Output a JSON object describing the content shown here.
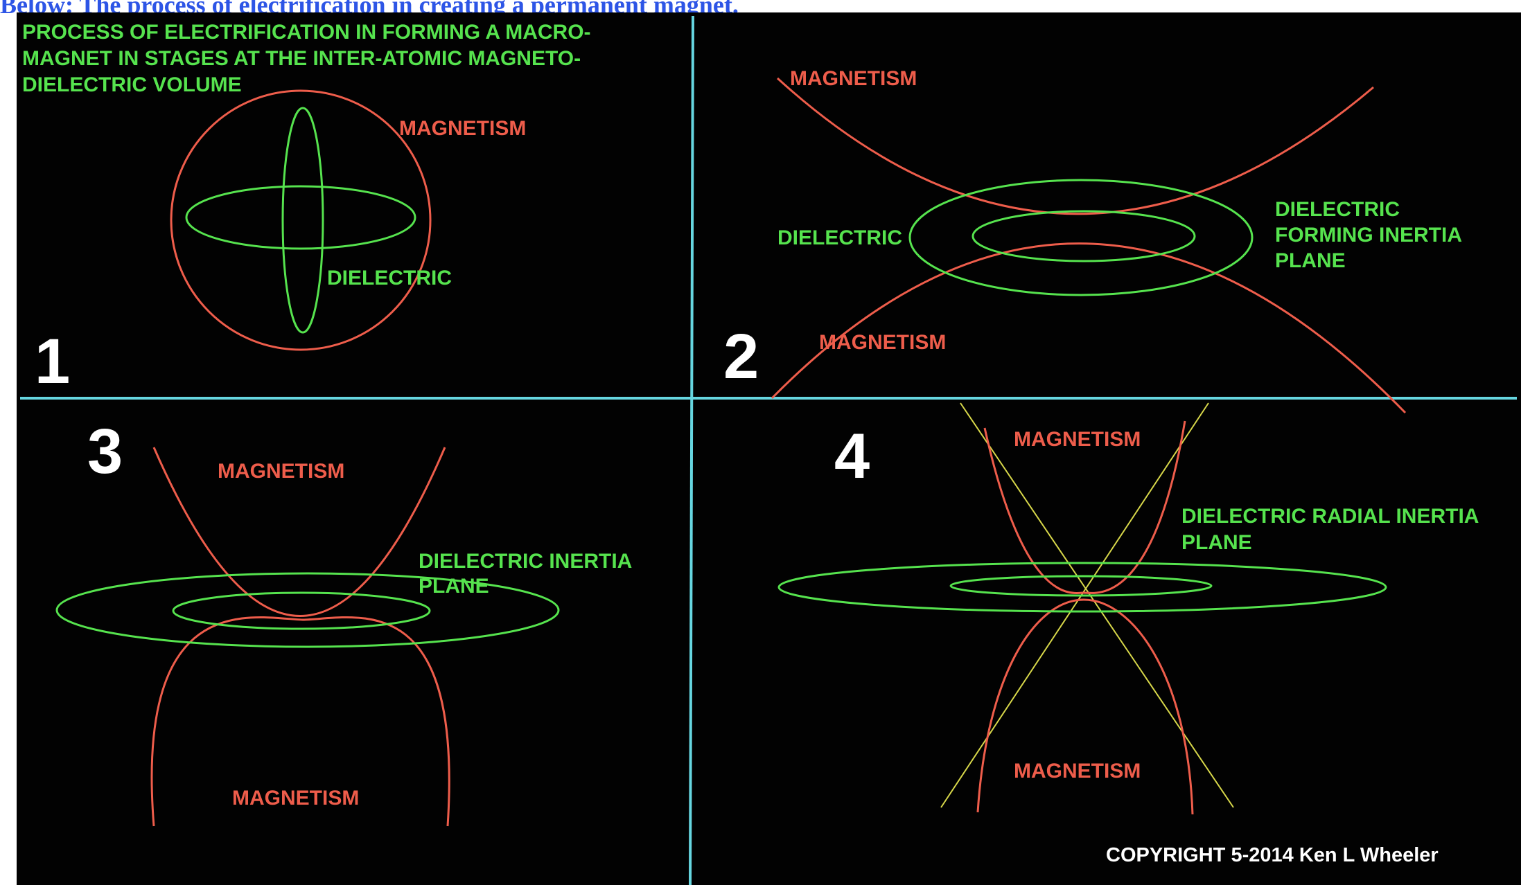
{
  "caption": "Below: The process of electrification in creating a permanent magnet.",
  "colors": {
    "caption": "#2d55e6",
    "background": "#020202",
    "magnetism": "#ee5d4b",
    "dielectric": "#56e34e",
    "divider": "#66d6e0",
    "axis_lines": "#d8d84a",
    "text": "#ffffff"
  },
  "panel1": {
    "number": "1",
    "title_lines": [
      "PROCESS OF ELECTRIFICATION IN FORMING A MACRO-",
      "MAGNET IN STAGES AT THE INTER-ATOMIC MAGNETO-",
      "DIELECTRIC VOLUME"
    ],
    "magnetism": "MAGNETISM",
    "dielectric": "DIELECTRIC"
  },
  "panel2": {
    "number": "2",
    "magnetism_top": "MAGNETISM",
    "magnetism_bottom": "MAGNETISM",
    "dielectric": "DIELECTRIC",
    "inertia_lines": [
      "DIELECTRIC",
      "FORMING INERTIA",
      "PLANE"
    ]
  },
  "panel3": {
    "number": "3",
    "magnetism_top": "MAGNETISM",
    "magnetism_bottom": "MAGNETISM",
    "inertia_lines": [
      "DIELECTRIC INERTIA",
      "PLANE"
    ]
  },
  "panel4": {
    "number": "4",
    "magnetism_top": "MAGNETISM",
    "magnetism_bottom": "MAGNETISM",
    "inertia_lines": [
      "DIELECTRIC RADIAL INERTIA",
      "PLANE"
    ]
  },
  "copyright": "COPYRIGHT 5-2014 Ken L Wheeler"
}
